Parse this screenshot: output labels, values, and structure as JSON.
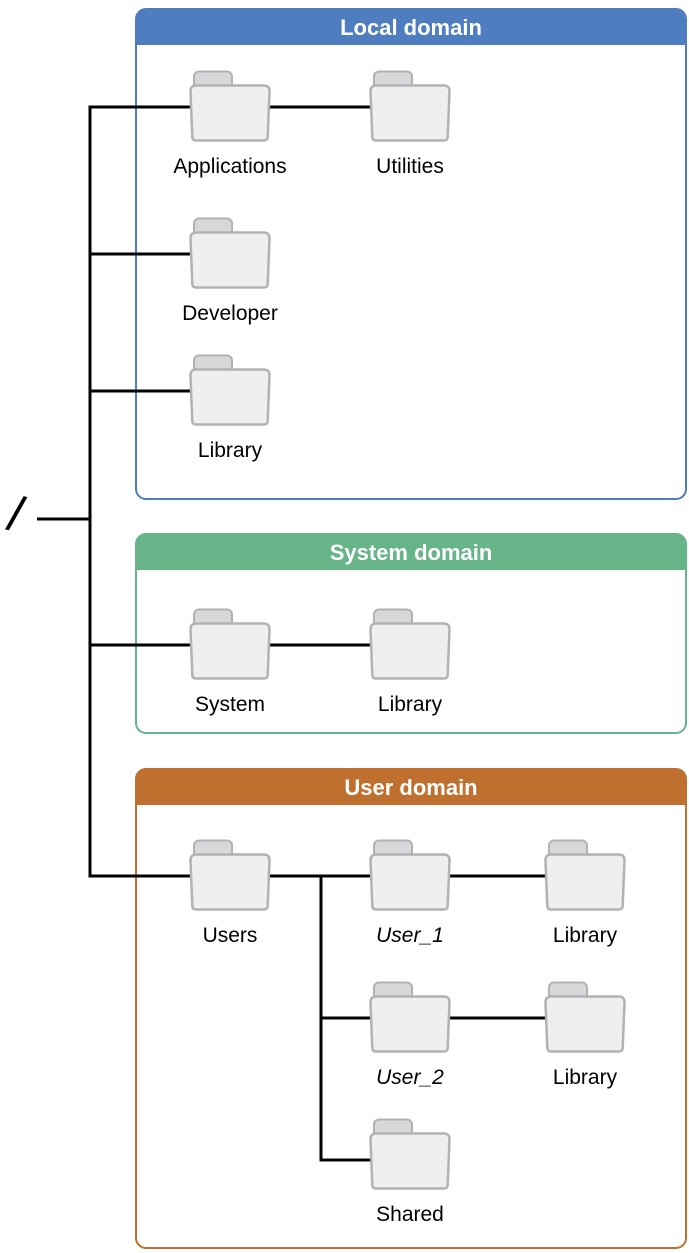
{
  "figure": {
    "root_label": "/",
    "domains": {
      "local": {
        "title": "Local domain",
        "accent": "#4e7ebf",
        "folders": [
          "Applications",
          "Utilities",
          "Developer",
          "Library"
        ]
      },
      "system": {
        "title": "System domain",
        "accent": "#67b489",
        "folders": [
          "System",
          "Library"
        ]
      },
      "user": {
        "title": "User domain",
        "accent": "#bf6f2e",
        "folders": [
          "Users",
          "User_1",
          "Library",
          "User_2",
          "Library",
          "Shared"
        ]
      }
    }
  }
}
